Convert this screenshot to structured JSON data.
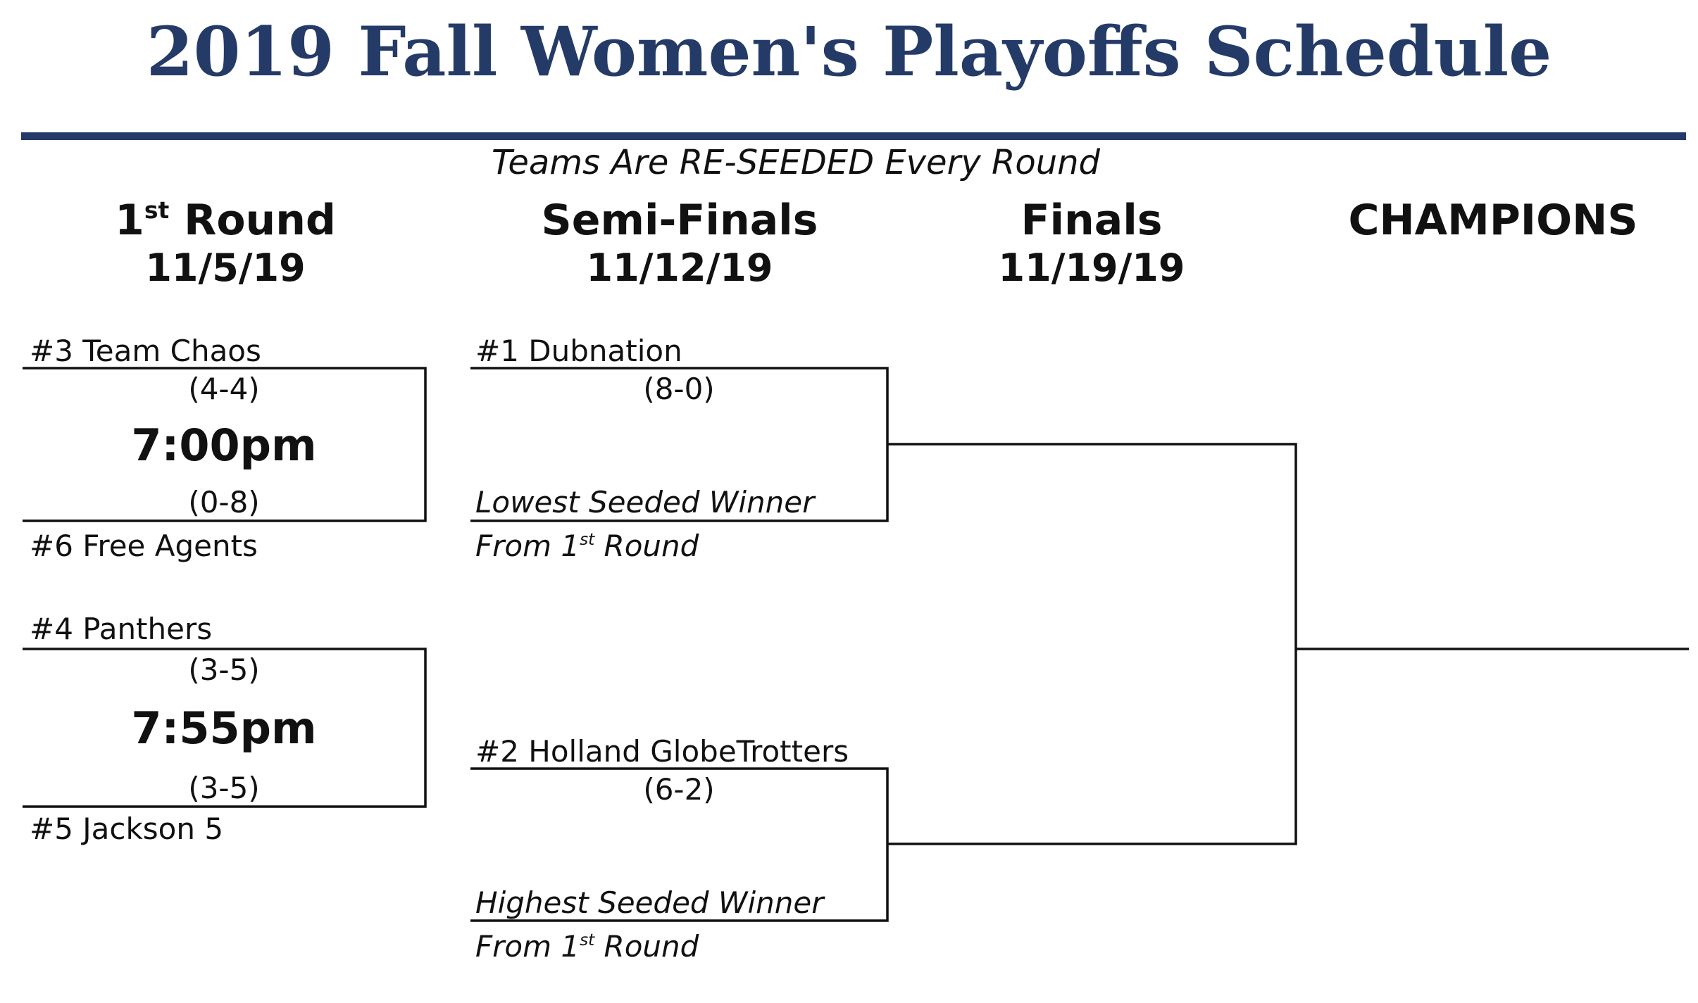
{
  "title": "2019 Fall Women's Playoffs Schedule",
  "subtitle": "Teams Are RE-SEEDED Every Round",
  "rounds": [
    {
      "name_prefix": "1",
      "name_sup": "st",
      "name_rest": " Round",
      "date": "11/5/19"
    },
    {
      "name": "Semi-Finals",
      "date": "11/12/19"
    },
    {
      "name": "Finals",
      "date": "11/19/19"
    },
    {
      "name": "CHAMPIONS"
    }
  ],
  "first_round": [
    {
      "top_team": "#3 Team Chaos",
      "top_record": "(4-4)",
      "time": "7:00pm",
      "bottom_record": "(0-8)",
      "bottom_team": "#6 Free Agents"
    },
    {
      "top_team": "#4 Panthers",
      "top_record": "(3-5)",
      "time": "7:55pm",
      "bottom_record": "(3-5)",
      "bottom_team": "#5 Jackson 5"
    }
  ],
  "semi_finals": [
    {
      "top_team": "#1 Dubnation",
      "top_record": "(8-0)",
      "bottom_note": "Lowest Seeded Winner",
      "from_prefix": "From 1",
      "from_sup": "st",
      "from_rest": " Round"
    },
    {
      "top_team": "#2 Holland GlobeTrotters",
      "top_record": "(6-2)",
      "bottom_note": "Highest Seeded Winner",
      "from_prefix": "From 1",
      "from_sup": "st",
      "from_rest": " Round"
    }
  ],
  "colors": {
    "title": "#253b67",
    "rule": "#253b67",
    "lines": "#111111"
  }
}
